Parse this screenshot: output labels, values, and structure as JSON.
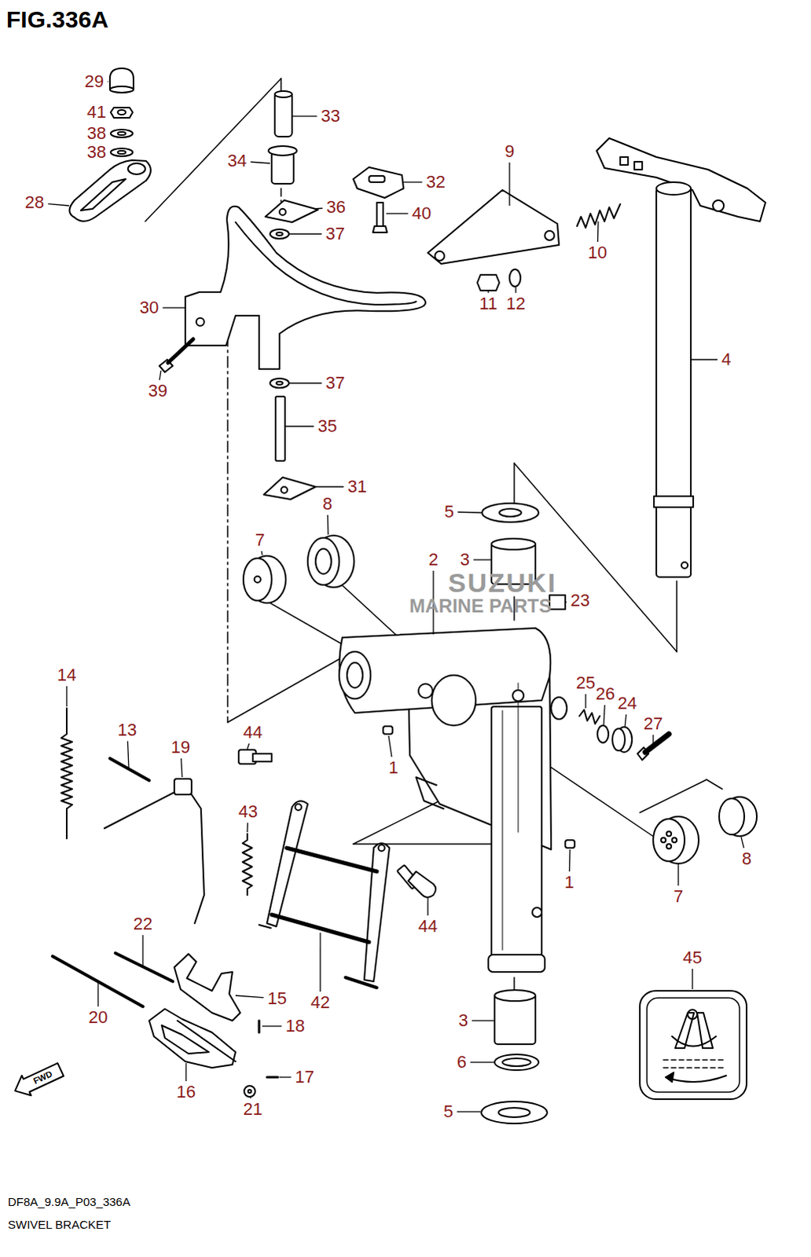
{
  "diagram": {
    "title": "FIG.336A",
    "caption": "SWIVEL BRACKET",
    "labels": [
      "29",
      "41",
      "38",
      "38",
      "28",
      "33",
      "34",
      "32",
      "36",
      "40",
      "37",
      "9",
      "10",
      "11",
      "12",
      "4",
      "30",
      "39",
      "37",
      "35",
      "31",
      "8",
      "7",
      "5",
      "2",
      "3",
      "23",
      "14",
      "13",
      "19",
      "44",
      "25",
      "26",
      "24",
      "27",
      "1",
      "43",
      "8",
      "7",
      "1",
      "44",
      "22",
      "15",
      "20",
      "42",
      "18",
      "3",
      "6",
      "17",
      "16",
      "21",
      "5",
      "45",
      "SUZUKI",
      "MARINE PARTS",
      "FWD",
      "DF8A_9.9A_P03_336A"
    ]
  }
}
